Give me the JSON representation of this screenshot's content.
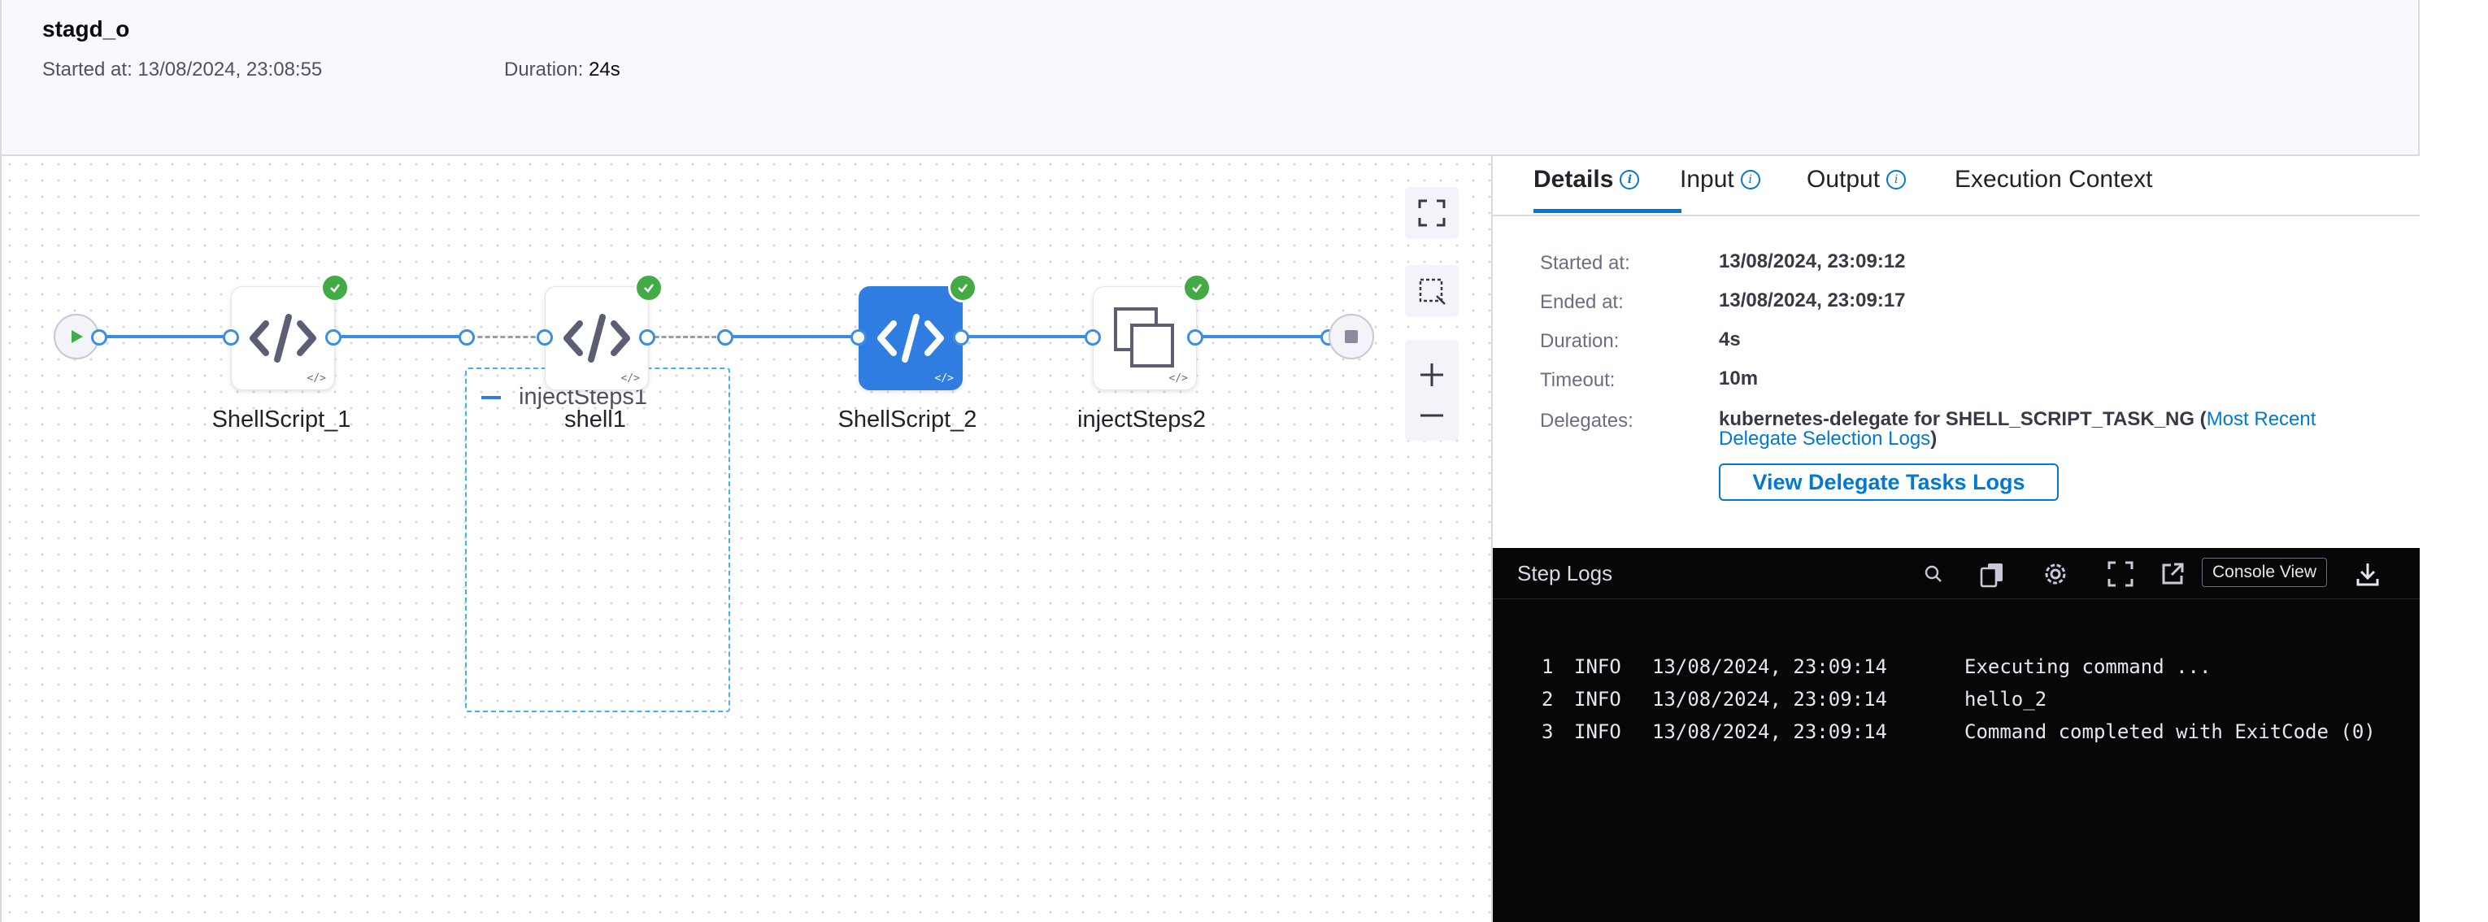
{
  "header": {
    "stage_name": "stagd_o",
    "started_label": "Started at:",
    "started_value": "13/08/2024, 23:08:55",
    "duration_label": "Duration:",
    "duration_value": "24s"
  },
  "pipeline": {
    "nodes": [
      {
        "label": "ShellScript_1",
        "status": "success",
        "icon": "code-icon"
      },
      {
        "label": "shell1",
        "status": "success",
        "icon": "code-icon"
      },
      {
        "label": "ShellScript_2",
        "status": "success",
        "icon": "code-icon",
        "selected": true
      },
      {
        "label": "injectSteps2",
        "status": "success",
        "icon": "step-group-icon"
      }
    ],
    "group_label": "injectSteps1",
    "tools": [
      "expand-icon",
      "fit-selection-icon",
      "zoom-in-icon",
      "zoom-out-icon"
    ]
  },
  "details": {
    "tabs": [
      {
        "label": "Details",
        "active": true,
        "info": true
      },
      {
        "label": "Input",
        "active": false,
        "info": true
      },
      {
        "label": "Output",
        "active": false,
        "info": true
      },
      {
        "label": "Execution Context",
        "active": false,
        "info": false
      }
    ],
    "fields": {
      "started_label": "Started at:",
      "started_value": "13/08/2024, 23:09:12",
      "ended_label": "Ended at:",
      "ended_value": "13/08/2024, 23:09:17",
      "duration_label": "Duration:",
      "duration_value": "4s",
      "timeout_label": "Timeout:",
      "timeout_value": "10m",
      "delegates_label": "Delegates:",
      "delegates_value": "kubernetes-delegate for SHELL_SCRIPT_TASK_NG",
      "delegate_link_line1": "Most Recent",
      "delegate_link_line2": "Delegate Selection Logs"
    },
    "view_logs_button": "View Delegate Tasks Logs"
  },
  "logs": {
    "title": "Step Logs",
    "console_view_label": "Console View",
    "lines": [
      {
        "num": "1",
        "level": "INFO",
        "time": "13/08/2024, 23:09:14",
        "message": "Executing command ..."
      },
      {
        "num": "2",
        "level": "INFO",
        "time": "13/08/2024, 23:09:14",
        "message": "hello_2"
      },
      {
        "num": "3",
        "level": "INFO",
        "time": "13/08/2024, 23:09:14",
        "message": "Command completed with ExitCode (0)"
      }
    ]
  },
  "colors": {
    "accent": "#0278d5",
    "edge": "#3c8ee5",
    "success": "#42ab45",
    "selected_node": "#2f7de1",
    "log_background": "#070707"
  }
}
